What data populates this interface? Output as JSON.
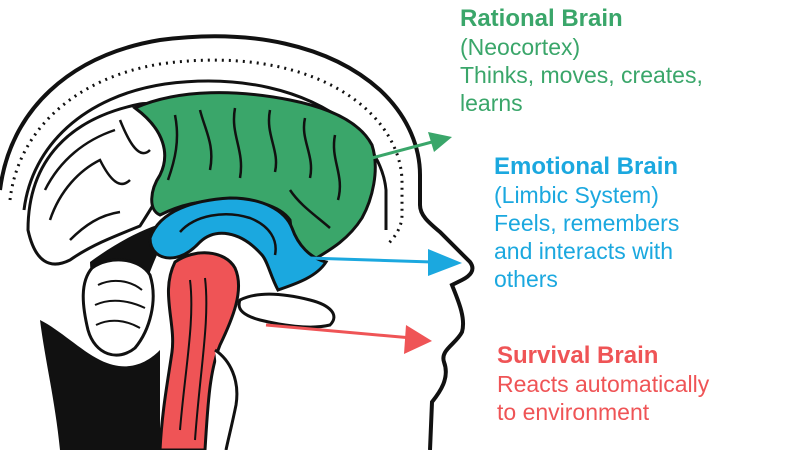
{
  "colors": {
    "rational": "#3aa66a",
    "emotional": "#1ba8df",
    "survival": "#ef5456",
    "outline": "#111111"
  },
  "labels": {
    "rational": {
      "title": "Rational Brain",
      "lines": [
        "(Neocortex)",
        "Thinks, moves, creates,",
        "learns"
      ]
    },
    "emotional": {
      "title": "Emotional Brain",
      "lines": [
        "(Limbic System)",
        "Feels, remembers",
        "and interacts with",
        "others"
      ]
    },
    "survival": {
      "title": "Survival Brain",
      "lines": [
        "Reacts automatically",
        "to environment"
      ]
    }
  }
}
